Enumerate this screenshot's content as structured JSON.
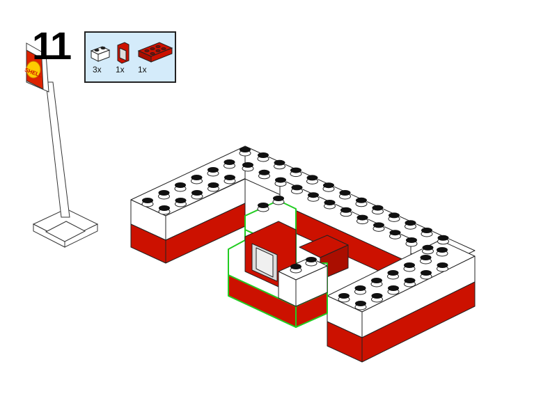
{
  "step": {
    "number": "11"
  },
  "parts_list": {
    "items": [
      {
        "name": "white-brick-1x2",
        "qty": "3x",
        "color": "#ffffff"
      },
      {
        "name": "red-window-1x2x2",
        "qty": "1x",
        "color": "#cc1100"
      },
      {
        "name": "red-brick-2x4",
        "qty": "1x",
        "color": "#cc1100"
      }
    ]
  },
  "sign": {
    "text": "SHELL"
  },
  "colors": {
    "red": "#cc1100",
    "white": "#ffffff",
    "highlight": "#33dd33",
    "parts_bg": "#d4ebfa"
  }
}
